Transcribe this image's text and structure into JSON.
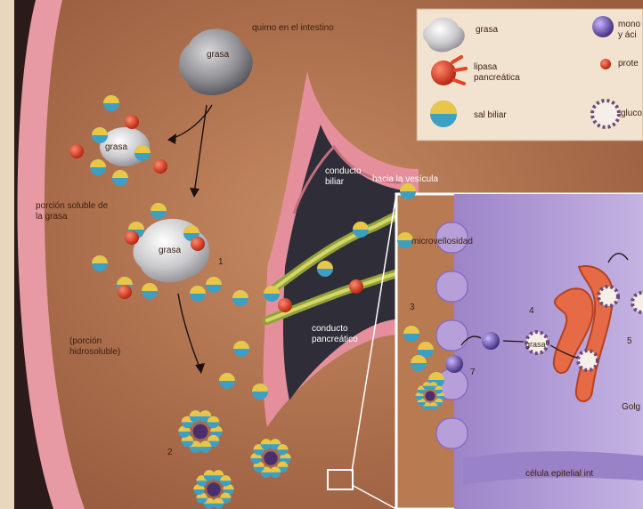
{
  "labels": {
    "chyme": "quimo en el intestino",
    "fat_droplet_top": "grasa",
    "fat_emulsified": "grasa",
    "fat_center": "grasa",
    "soluble_portion_1": "porción soluble de",
    "soluble_portion_2": "la grasa",
    "hydrosoluble_1": "(porción",
    "hydrosoluble_2": "hidrosoluble)",
    "bile_duct_1": "conducto",
    "bile_duct_2": "biliar",
    "to_gallbladder": "hacia la vesícula",
    "pancreatic_duct_1": "conducto",
    "pancreatic_duct_2": "pancreático",
    "microvilli": "microvellosidad",
    "epithelial_cell": "célula epitelial int",
    "golgi": "Golg",
    "fat_in_cell": "grasa",
    "step_1": "1",
    "step_2": "2",
    "step_3": "3",
    "step_4": "4",
    "step_5": "5",
    "step_7": "7"
  },
  "legend": {
    "items": [
      {
        "label": "grasa",
        "icon": "fat-droplet-icon"
      },
      {
        "label": "lipasa\npancreática",
        "icon": "lipase-icon"
      },
      {
        "label": "sal biliar",
        "icon": "bile-salt-icon"
      },
      {
        "label": "mono\ny áci",
        "icon": "monoglyceride-icon"
      },
      {
        "label": "prote",
        "icon": "protein-icon"
      },
      {
        "label": "gluco",
        "icon": "glycolipid-icon"
      }
    ]
  },
  "colors": {
    "intestine_wall": "#e79aa3",
    "lumen": "#b97a55",
    "cell": "#b8a3d6",
    "bile_blue": "#3c9fc4",
    "bile_yellow": "#e7c64a",
    "lipase_red": "#e2452a",
    "micelle_core": "#4a2f6e",
    "fat_grey": "#c9c9cc"
  }
}
